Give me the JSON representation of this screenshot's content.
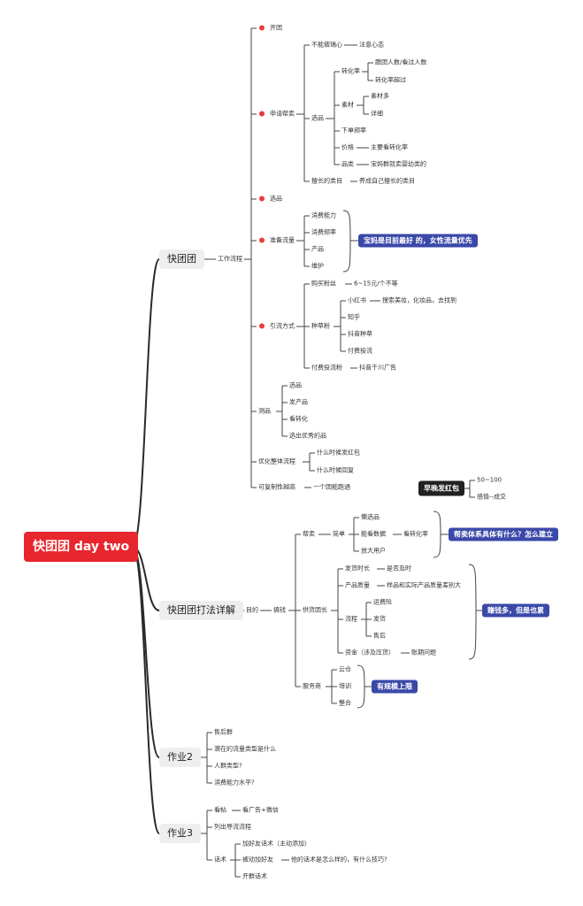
{
  "root": "快团团 day two",
  "nodes": {
    "kuaituantuan": "快团团",
    "gongzuoliucheng": "工作流程",
    "kaituan": "开团",
    "shenqingbangmai": "申请帮卖",
    "bunengbopo": "不能玻璃心",
    "zhuyixintai": "注意心态",
    "xuanpin": "选品",
    "zhuanhualv": "转化率",
    "gentuan": "跟团人数/看过人数",
    "zhuanhualvchaoguo": "转化率超过",
    "sucai": "素材",
    "sucaiduo": "素材多",
    "xiangxi": "详细",
    "xiadanpinlv": "下单频率",
    "jiage": "价格",
    "zhuyaokan": "主要看转化率",
    "pinlei": "品类",
    "baomaqun": "宝妈群就卖婴幼类的",
    "shanchang": "擅长的类目",
    "yangcheng": "养成自己擅长的类目",
    "xuanpin2": "选品",
    "zhunbeiliuliang": "准备流量",
    "xiaofeinengli": "消费能力",
    "xiaofeipinlv": "消费频率",
    "chanpin": "产品",
    "weihu": "维护",
    "baomahl": "宝妈是目前最好 的，女性流量优先",
    "yinliufangshi": "引流方式",
    "goumaifensi": "购买粉丝",
    "yuan": "6~15元/个不等",
    "zhongcaofen": "种草粉",
    "xiaohongshu": "小红书",
    "sousuo": "搜索美妆，化妆品，去找到",
    "zhihu": "知乎",
    "douyinzhongcao": "抖音种草",
    "fufeitoufang": "付费投流",
    "fufeitouliufen": "付费投流粉",
    "douyinqianchuan": "抖音千川广告",
    "cepin": "测品",
    "cp1": "选品",
    "cp2": "发产品",
    "cp3": "看转化",
    "cp4": "选出优秀的品",
    "youhua": "优化整体流程",
    "fahongbao": "什么时候发红包",
    "huifu": "什么时候回复",
    "kefuzhi": "可复制性越高",
    "yigetuan": "一个团能跑通",
    "zaowan": "早晚发红包",
    "wushi": "50~100",
    "ganqing": "感情--成交",
    "dafa": "快团团打法详解",
    "mudi": "目的",
    "zhuanqian": "搞钱",
    "bangmai": "帮卖",
    "jiandan": "简单",
    "lanxuanpin": "懒选品",
    "nengkanshuju": "能看数据",
    "kanzhuanhualv": "看转化率",
    "fangdayonghu": "放大用户",
    "bangmaihl": "帮卖体系具体有什么？怎么建立",
    "gonghuotuanzhang": "供货团长",
    "fahuoshichang": "发货时长",
    "shifoujishi": "是否及时",
    "chanpinzhiliang": "产品质量",
    "yangpin": "样品和实际产品质量差别大",
    "liucheng": "流程",
    "yunfeixian": "运费险",
    "fahuo": "发货",
    "shouhou": "售后",
    "zijin": "资金（涉及压货）",
    "zhangqi": "账期问题",
    "zhuanqianhl": "赚钱多，但是也累",
    "fuwushang": "服务商",
    "yuncang": "云仓",
    "peixun": "培训",
    "zhenghe": "整合",
    "guimohl": "有规模上限",
    "zuoye2": "作业2",
    "shouhouqun": "售后群",
    "qianzai": "潜在的流量类型是什么",
    "renqun": "人群类型?",
    "xiaofeishuiping": "消费能力水平?",
    "zuoye3": "作业3",
    "kantie": "看帖",
    "kanguanggao": "看广告+微信",
    "liechu": "列出导流流程",
    "huashu": "话术",
    "jiahaoyou": "加好友话术（主动添加）",
    "beidong": "被动加好友",
    "tamendehuashu": "他的话术是怎么样的，有什么技巧?",
    "kaiqun": "开群话术"
  }
}
